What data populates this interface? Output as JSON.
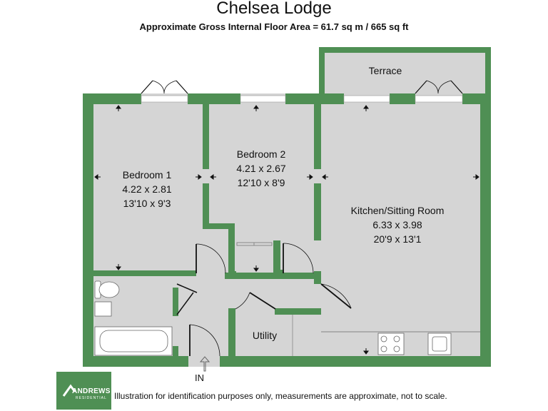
{
  "header": {
    "title": "Chelsea Lodge",
    "subtitle": "Approximate Gross Internal Floor Area = 61.7 sq m / 665 sq ft"
  },
  "rooms": {
    "terrace": {
      "name": "Terrace"
    },
    "bedroom1": {
      "name": "Bedroom 1",
      "metric": "4.22 x 2.81",
      "imperial": "13'10 x 9'3"
    },
    "bedroom2": {
      "name": "Bedroom 2",
      "metric": "4.21 x 2.67",
      "imperial": "12'10 x 8'9"
    },
    "kitchen": {
      "name": "Kitchen/Sitting Room",
      "metric": "6.33 x 3.98",
      "imperial": "20'9 x 13'1"
    },
    "utility": {
      "name": "Utility"
    }
  },
  "entrance": {
    "label": "IN"
  },
  "footer": {
    "logo_name": "ANDREWS",
    "logo_sub": "RESIDENTIAL",
    "disclaimer": "Illustration for identification purposes only, measurements are approximate, not to scale."
  },
  "colors": {
    "wall": "#4f8f54",
    "floor": "#d5d5d5",
    "brand": "#4f8f54"
  }
}
